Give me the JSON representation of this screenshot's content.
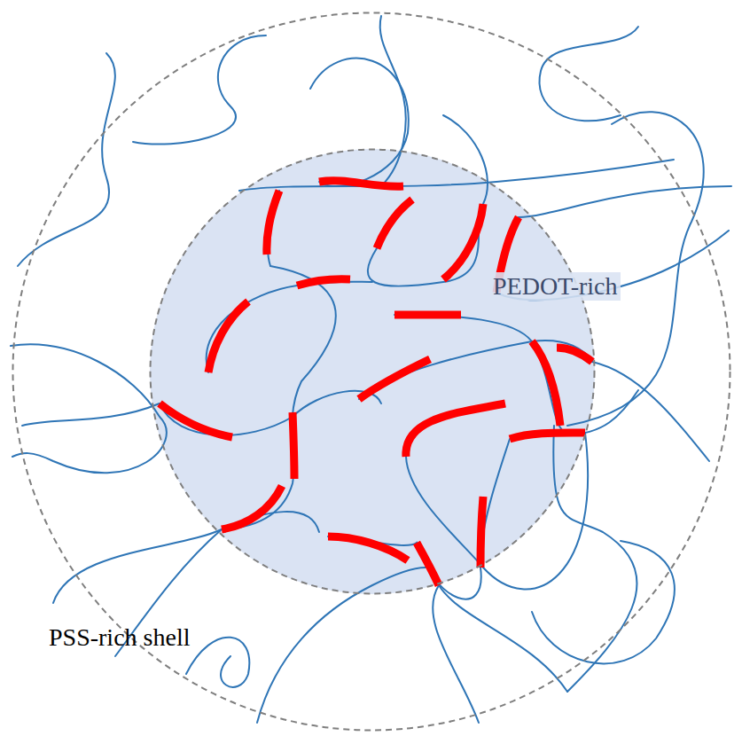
{
  "diagram": {
    "nodes": [
      {
        "text": [
          "PSS-rich shell"
        ]
      },
      {
        "text": [
          "PEDOT-rich"
        ],
        "in": 0
      }
    ]
  }
}
